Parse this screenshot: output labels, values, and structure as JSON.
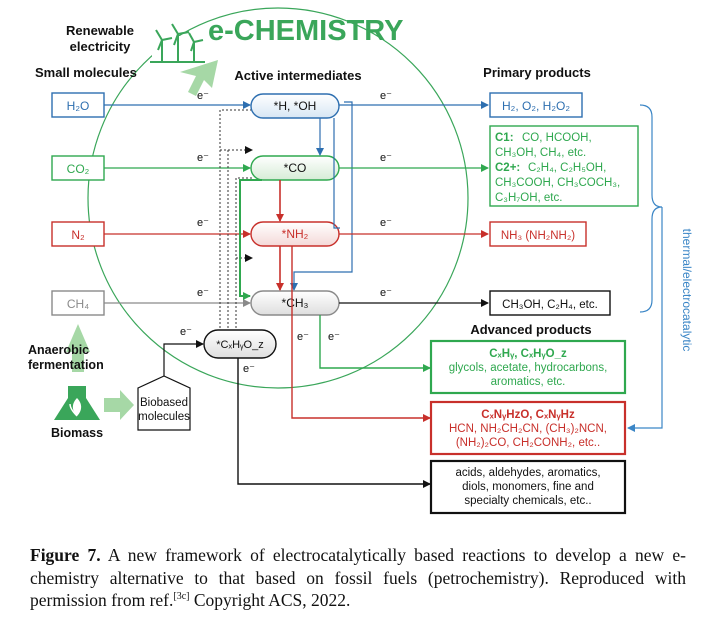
{
  "header": {
    "renewable_line1": "Renewable",
    "renewable_line2": "electricity",
    "title": "e-CHEMISTRY",
    "title_color": "#3aa65a"
  },
  "columns": {
    "small_molecules": "Small molecules",
    "active_intermediates": "Active intermediates",
    "primary_products": "Primary products",
    "advanced_products": "Advanced products"
  },
  "electron_label": "e⁻",
  "small_molecules": [
    "H₂O",
    "CO₂",
    "N₂",
    "CH₄"
  ],
  "intermediates": [
    "*H, *OH",
    "*CO",
    "*NH₂",
    "*CH₃",
    "*CₓHᵧO_z"
  ],
  "primary_products": {
    "p1": "H₂, O₂, H₂O₂",
    "c1_prefix": "C1:",
    "c1_text": "CO, HCOOH,",
    "c1_line2": "CH₃OH, CH₄, etc.",
    "c2_prefix": "C2+:",
    "c2_text": "C₂H₄, C₂H₅OH,",
    "c2_line2": "CH₃COOH, CH₃COCH₃,",
    "c2_line3": "C₃H₇OH, etc.",
    "p3": "NH₃ (NH₂NH₂)",
    "p4": "CH₃OH, C₂H₄, etc."
  },
  "advanced_products": {
    "a1_title": "CₓHᵧ, CₓHᵧO_z",
    "a1_line1": "glycols, acetate, hydrocarbons,",
    "a1_line2": "aromatics, etc.",
    "a2_title": "CₓNᵧHzO, CₓNᵧHz",
    "a2_line1": "HCN, NH₂CH₂CN, (CH₃)₂NCN,",
    "a2_line2": "(NH₂)₂CO, CH₂CONH₂, etc..",
    "a3_line1": "acids, aldehydes, aromatics,",
    "a3_line2": "diols, monomers, fine and",
    "a3_line3": "specialty chemicals, etc.."
  },
  "left_panel": {
    "anaerobic_line1": "Anaerobic",
    "anaerobic_line2": "fermentation",
    "biomass": "Biomass",
    "biobased_line1": "Biobased",
    "biobased_line2": "molecules"
  },
  "side_label": "thermal/electrocatalytic",
  "colors": {
    "blue": "#2e6fb0",
    "green": "#2fa84f",
    "red": "#c8302b",
    "gray": "#8a8a8a",
    "light_green": "#a6d8a6",
    "sky": "#3b86c6"
  },
  "caption": {
    "figure_label": "Figure 7.",
    "text_part1": "A new framework of electrocatalytically based reactions to develop a new e-chemistry alternative to that based on fossil fuels (petrochemistry). Reproduced with permission from ref.",
    "ref": "[3c]",
    "text_part2": " Copyright ACS, 2022."
  }
}
